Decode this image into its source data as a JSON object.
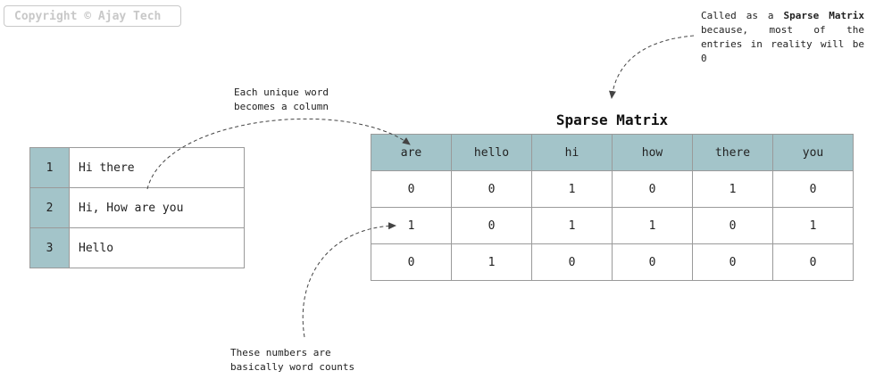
{
  "copyright": "Copyright © Ajay Tech",
  "documents": [
    {
      "id": "1",
      "text": "Hi there"
    },
    {
      "id": "2",
      "text": "Hi, How are you"
    },
    {
      "id": "3",
      "text": "Hello"
    }
  ],
  "matrix": {
    "title": "Sparse Matrix",
    "headers": [
      "are",
      "hello",
      "hi",
      "how",
      "there",
      "you"
    ],
    "rows": [
      [
        "0",
        "0",
        "1",
        "0",
        "1",
        "0"
      ],
      [
        "1",
        "0",
        "1",
        "1",
        "0",
        "1"
      ],
      [
        "0",
        "1",
        "0",
        "0",
        "0",
        "0"
      ]
    ]
  },
  "notes": {
    "sparse_pre": "Called as a",
    "sparse_bold": "Sparse Matrix",
    "sparse_post": "because, most of the entries in reality will be 0",
    "column_line1": "Each unique word",
    "column_line2": "becomes a column",
    "counts_line1": "These numbers are",
    "counts_line2": "basically word counts"
  },
  "colors": {
    "header_fill": "#a3c4c9",
    "border": "#9a9a9a"
  }
}
